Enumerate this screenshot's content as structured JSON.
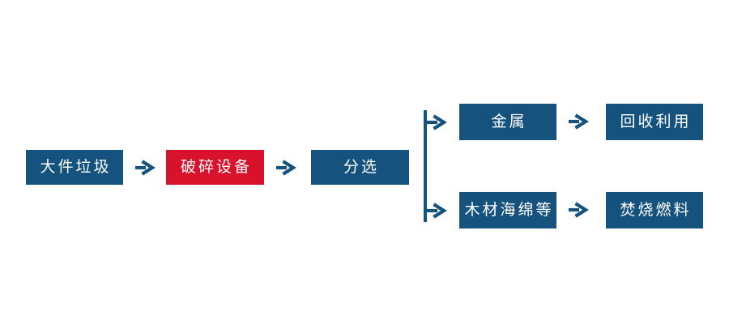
{
  "colors": {
    "blue": "#15537E",
    "red": "#D9122B",
    "text": "#FFFFFF",
    "background": "#FFFFFF"
  },
  "flow": {
    "main": [
      {
        "id": "bulky-waste",
        "label": "大件垃圾",
        "variant": "blue"
      },
      {
        "id": "crushing-equipment",
        "label": "破碎设备",
        "variant": "red"
      },
      {
        "id": "sorting",
        "label": "分选",
        "variant": "blue"
      }
    ],
    "branches": [
      {
        "id": "metal-branch",
        "steps": [
          {
            "id": "metal",
            "label": "金属"
          },
          {
            "id": "recycling",
            "label": "回收利用"
          }
        ]
      },
      {
        "id": "wood-branch",
        "steps": [
          {
            "id": "wood-sponge",
            "label": "木材海绵等"
          },
          {
            "id": "incineration-fuel",
            "label": "焚烧燃料"
          }
        ]
      }
    ],
    "arrow_icon": "arrow-right-icon"
  }
}
